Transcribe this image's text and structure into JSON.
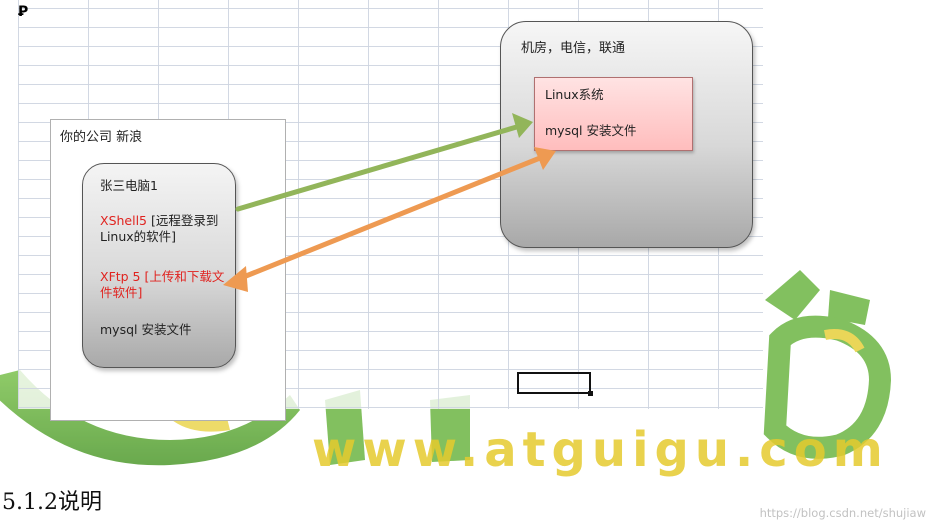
{
  "corner_mark": "Ꝑ",
  "company": {
    "label": "你的公司 新浪"
  },
  "computer": {
    "title": "张三电脑1",
    "xshell_name": "XShell5",
    "xshell_desc": " [远程登录到Linux的软件]",
    "xftp": "XFtp 5 [上传和下载文件软件]",
    "mysql": "mysql 安装文件"
  },
  "datacenter": {
    "title": "机房，电信，联通",
    "linux": "Linux系统",
    "mysql": "mysql 安装文件"
  },
  "watermark": {
    "text": "www.atguigu.com",
    "color": "#5fa83a",
    "accent": "#e5ca2e"
  },
  "arrows": {
    "ssh_color": "#92b55a",
    "ftp_color": "#ee9a52"
  },
  "heading": "5.1.2说明",
  "credit": "https://blog.csdn.net/shujiaw"
}
